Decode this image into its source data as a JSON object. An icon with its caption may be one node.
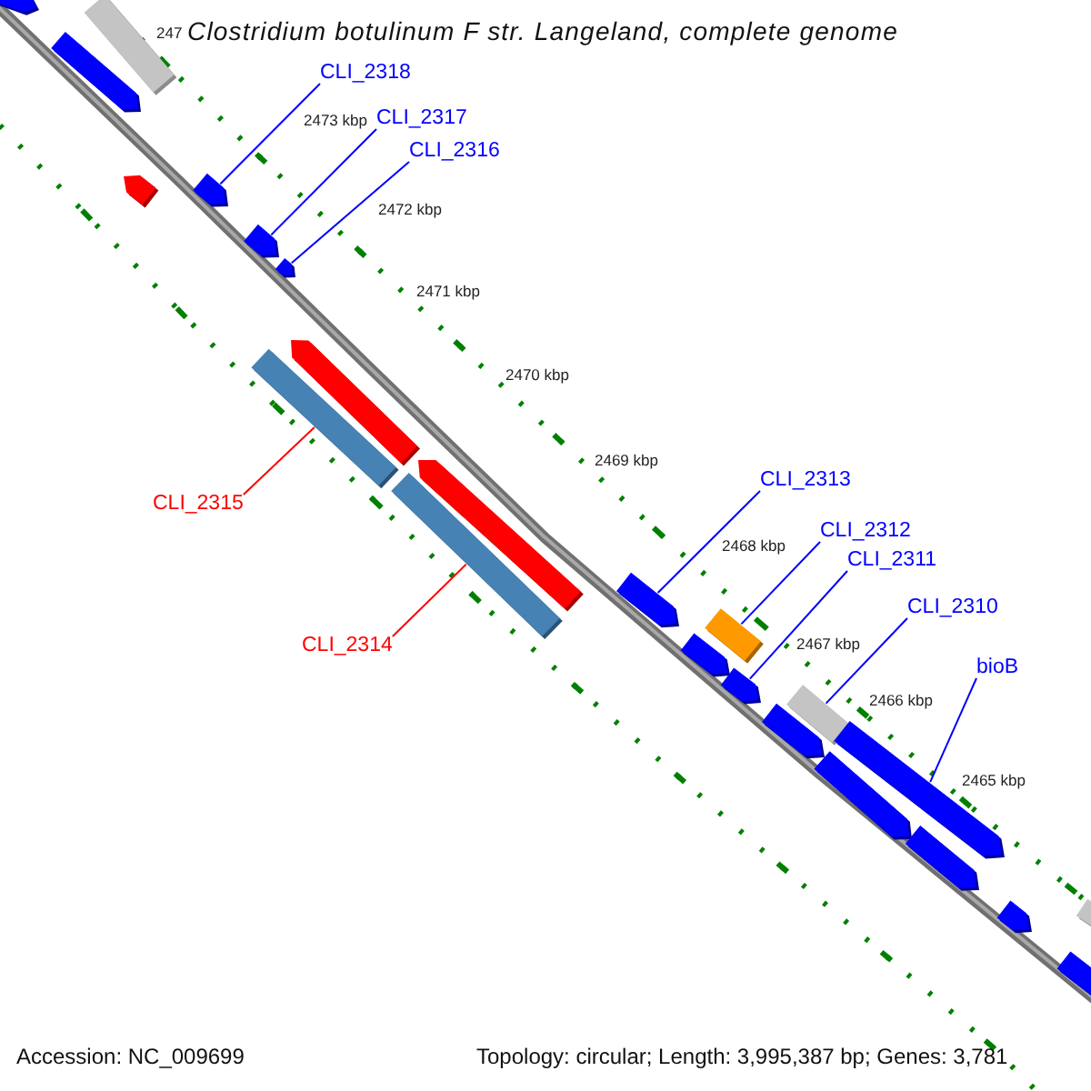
{
  "diagram": {
    "title": "Clostridium botulinum F str. Langeland, complete genome",
    "nodes": [
      {
        "text": [
          "CLI_2318"
        ]
      },
      {
        "text": [
          "CLI_2317"
        ]
      },
      {
        "text": [
          "CLI_2316"
        ]
      },
      {
        "text": [
          "CLI_2315"
        ]
      },
      {
        "text": [
          "CLI_2314"
        ]
      },
      {
        "text": [
          "CLI_2313"
        ]
      },
      {
        "text": [
          "CLI_2312"
        ]
      },
      {
        "text": [
          "CLI_2311"
        ]
      },
      {
        "text": [
          "CLI_2310"
        ]
      },
      {
        "text": [
          "bioB"
        ]
      },
      {
        "text": [],
        "shape": "bar"
      },
      {
        "text": [],
        "shape": "bar"
      },
      {
        "text": [],
        "shape": "bar"
      },
      {
        "text": [],
        "shape": "bar"
      },
      {
        "text": [],
        "shape": "bar"
      },
      {
        "text": [],
        "shape": "bar"
      },
      {
        "text": [],
        "shape": "bar"
      },
      {
        "text": [],
        "shape": "bar"
      },
      {
        "text": [],
        "shape": "bar"
      },
      {
        "text": [],
        "shape": "bar"
      },
      {
        "text": [],
        "shape": "bar"
      },
      {
        "text": [],
        "shape": "bar"
      },
      {
        "text": [],
        "shape": "bar"
      },
      {
        "text": [],
        "shape": "bar"
      },
      {
        "text": [],
        "shape": "bar"
      },
      {
        "text": [],
        "shape": "bar"
      },
      {
        "text": [],
        "shape": "bar"
      },
      {
        "text": [],
        "shape": "bar"
      },
      {
        "text": [],
        "shape": "bar"
      },
      {
        "text": [],
        "shape": "bar"
      },
      {
        "text": [],
        "shape": "bar"
      },
      {
        "text": [],
        "shape": "bar"
      },
      {
        "text": [],
        "shape": "bar"
      }
    ],
    "edges": [
      {
        "from": 0,
        "to": 14,
        "arrow": "none"
      },
      {
        "from": 1,
        "to": 15,
        "arrow": "none"
      },
      {
        "from": 2,
        "to": 16,
        "arrow": "none"
      },
      {
        "from": 3,
        "to": 17,
        "arrow": "none",
        "color": "#ff0000"
      },
      {
        "from": 4,
        "to": 19,
        "arrow": "none",
        "color": "#ff0000"
      },
      {
        "from": 5,
        "to": 21,
        "arrow": "none"
      },
      {
        "from": 6,
        "to": 23,
        "arrow": "none"
      },
      {
        "from": 7,
        "to": 24,
        "arrow": "none"
      },
      {
        "from": 8,
        "to": 25,
        "arrow": "none"
      },
      {
        "from": 9,
        "to": 27,
        "arrow": "none"
      }
    ],
    "labels": [
      "247",
      "2473 kbp",
      "2472 kbp",
      "2471 kbp",
      "2470 kbp",
      "2469 kbp",
      "2468 kbp",
      "2467 kbp",
      "2466 kbp",
      "2465 kbp",
      "Accession: NC_009699",
      "Topology: circular; Length: 3,995,387 bp; Genes: 3,781"
    ]
  }
}
